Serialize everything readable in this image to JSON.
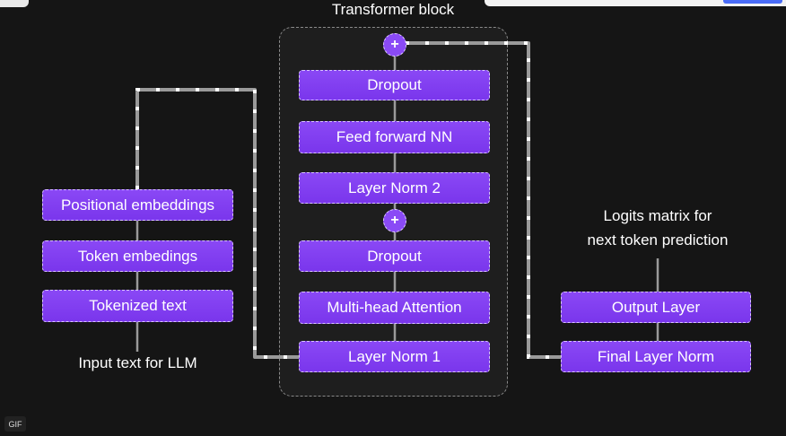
{
  "title": "Transformer block",
  "input": {
    "caption": "Input text for LLM",
    "boxes": [
      "Tokenized text",
      "Token embedings",
      "Positional embeddings"
    ]
  },
  "block": {
    "boxes": [
      "Layer Norm 1",
      "Multi-head Attention",
      "Dropout",
      "Layer Norm 2",
      "Feed forward NN",
      "Dropout"
    ],
    "plus_symbol": "+"
  },
  "output": {
    "boxes": [
      "Final Layer Norm",
      "Output Layer"
    ],
    "caption_line1": "Logits matrix for",
    "caption_line2": "next token prediction"
  },
  "badge": "GIF",
  "colors": {
    "box": "#7f3df0",
    "background": "#151515",
    "wire": "#ffffff"
  }
}
